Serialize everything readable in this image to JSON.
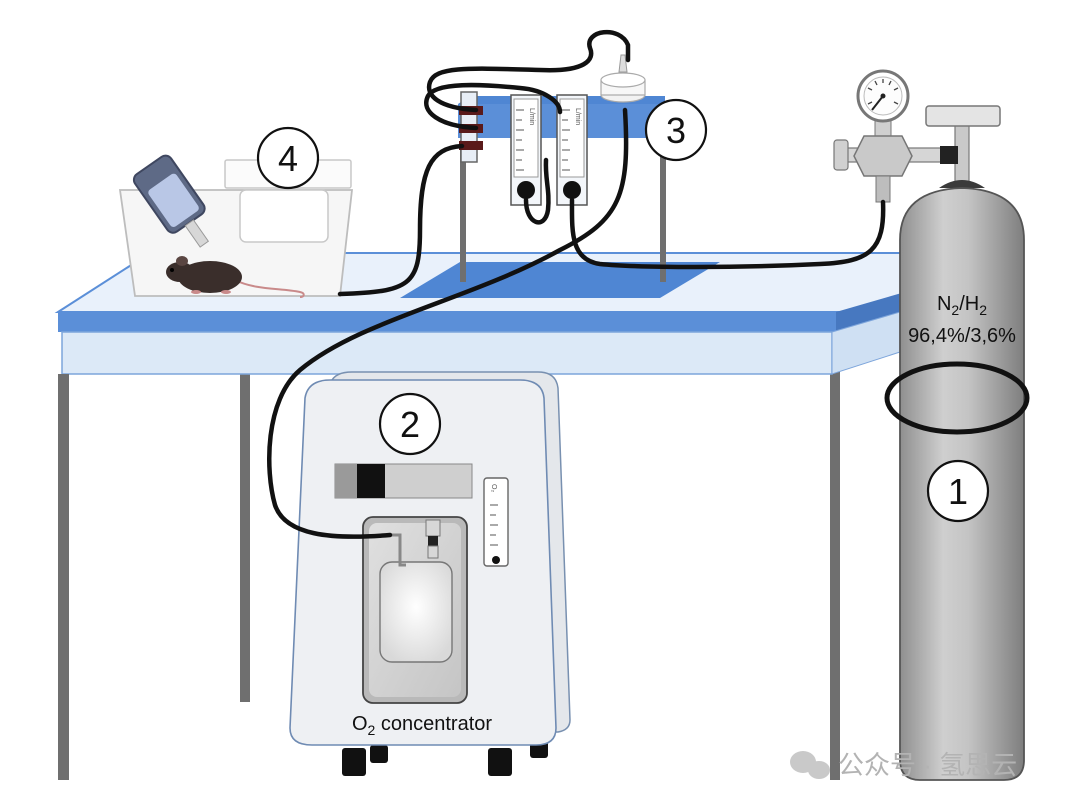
{
  "diagram": {
    "markers": [
      {
        "id": "1",
        "label": "1"
      },
      {
        "id": "2",
        "label": "2"
      },
      {
        "id": "3",
        "label": "3"
      },
      {
        "id": "4",
        "label": "4"
      }
    ],
    "cylinder": {
      "gas": "N",
      "gas_sub1": "2",
      "gas_mid": "/H",
      "gas_sub2": "2",
      "ratio": "96,4%/3,6%"
    },
    "concentrator": {
      "prefix": "O",
      "sub": "2",
      "suffix": " concentrator",
      "gauge_label": "O₂"
    },
    "flowmeter": {
      "unit_label": "L/min"
    },
    "colors": {
      "table_top": "#5b8fd8",
      "table_apron": "#dce9f7",
      "tubing": "#111111",
      "cylinder": "#a8a8a8",
      "concentrator": "#eef0f3"
    },
    "watermark": {
      "text": "公众号 · 氢思云"
    }
  }
}
